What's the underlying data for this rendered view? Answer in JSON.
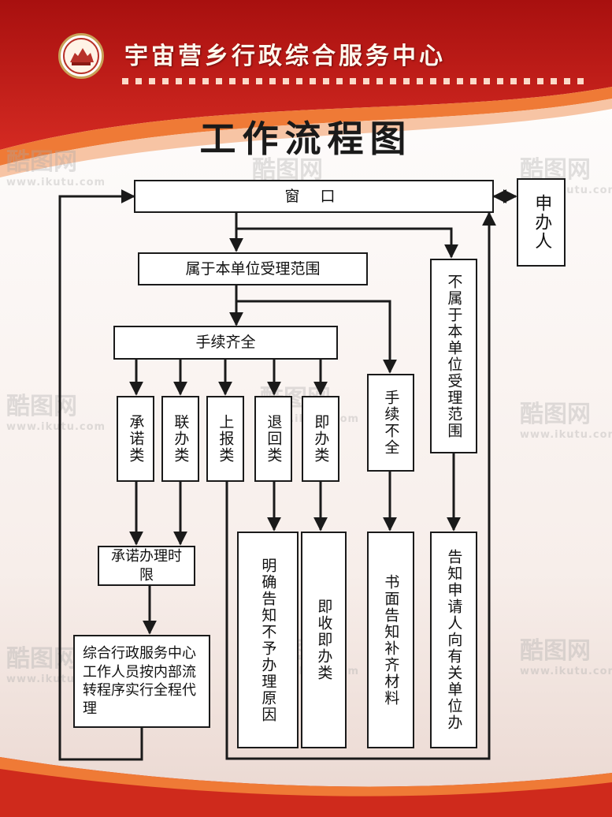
{
  "header": {
    "org_name": "宇宙营乡行政综合服务中心"
  },
  "page_title": "工作流程图",
  "flow": {
    "window": "窗 口",
    "applicant": "申办人",
    "in_scope": "属于本单位受理范围",
    "not_in_scope": "不属于本单位受理范围",
    "complete": "手续齐全",
    "incomplete": "手续不全",
    "cat_promise": "承诺类",
    "cat_joint": "联办类",
    "cat_report": "上报类",
    "cat_return": "退回类",
    "cat_instant": "即办类",
    "promise_deadline": "承诺办理时限",
    "proxy_service": "综合行政服务中心工作人员按内部流转程序实行全程代理",
    "explain_reason": "明确告知不予办理原因",
    "instant_done": "即收即办类",
    "written_notice": "书面告知补齐材料",
    "redirect_notice": "告知申请人向有关单位办"
  },
  "watermark": {
    "brand": "酷图网",
    "url": "www.ikutu.com"
  },
  "colors": {
    "header_red": "#c8201f",
    "accent_orange": "#e8672a",
    "line": "#1a1a1a"
  }
}
